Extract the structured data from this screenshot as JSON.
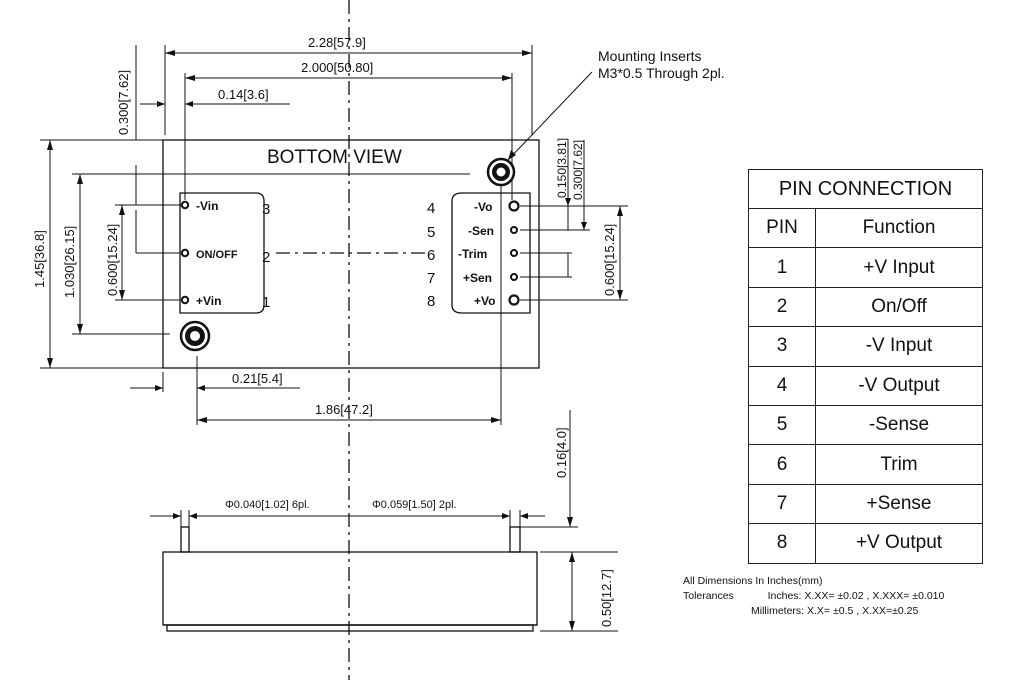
{
  "title": "BOTTOM VIEW",
  "mounting_note": {
    "line1": "Mounting Inserts",
    "line2": "M3*0.5 Through 2pl."
  },
  "dimensions": {
    "overall_width": "2.28[57.9]",
    "pin_span": "2.000[50.80]",
    "left_offset": "0.14[3.6]",
    "top_offset": "0.300[7.62]",
    "overall_height": "1.45[36.8]",
    "insert_vertical": "1.030[26.15]",
    "left_pin_span": "0.600[15.24]",
    "right_pin_span": "0.600[15.24]",
    "right_pitch_1": "0.150[3.81]",
    "right_pitch_2": "0.300[7.62]",
    "insert_offset": "0.21[5.4]",
    "insert_span": "1.86[47.2]",
    "pin_length": "0.16[4.0]",
    "pin_dia_small": "Φ0.040[1.02] 6pl.",
    "pin_dia_large": "Φ0.059[1.50] 2pl.",
    "body_height": "0.50[12.7]"
  },
  "left_pins": [
    {
      "label": "-Vin",
      "number": "3"
    },
    {
      "label": "ON/OFF",
      "number": "2"
    },
    {
      "label": "+Vin",
      "number": "1"
    }
  ],
  "right_pins": [
    {
      "label": "-Vo",
      "number": "4"
    },
    {
      "label": "-Sen",
      "number": "5"
    },
    {
      "label": "-Trim",
      "number": "6"
    },
    {
      "label": "+Sen",
      "number": "7"
    },
    {
      "label": "+Vo",
      "number": "8"
    }
  ],
  "pin_table": {
    "title": "PIN CONNECTION",
    "headers": [
      "PIN",
      "Function"
    ],
    "rows": [
      [
        "1",
        "+V Input"
      ],
      [
        "2",
        "On/Off"
      ],
      [
        "3",
        "-V Input"
      ],
      [
        "4",
        "-V Output"
      ],
      [
        "5",
        "-Sense"
      ],
      [
        "6",
        "Trim"
      ],
      [
        "7",
        "+Sense"
      ],
      [
        "8",
        "+V Output"
      ]
    ]
  },
  "notes": {
    "line1": "All Dimensions In Inches(mm)",
    "tolerances_label": "Tolerances",
    "inches": "Inches: X.XX= ±0.02 , X.XXX= ±0.010",
    "millimeters": "Millimeters: X.X= ±0.5 , X.XX=±0.25"
  }
}
